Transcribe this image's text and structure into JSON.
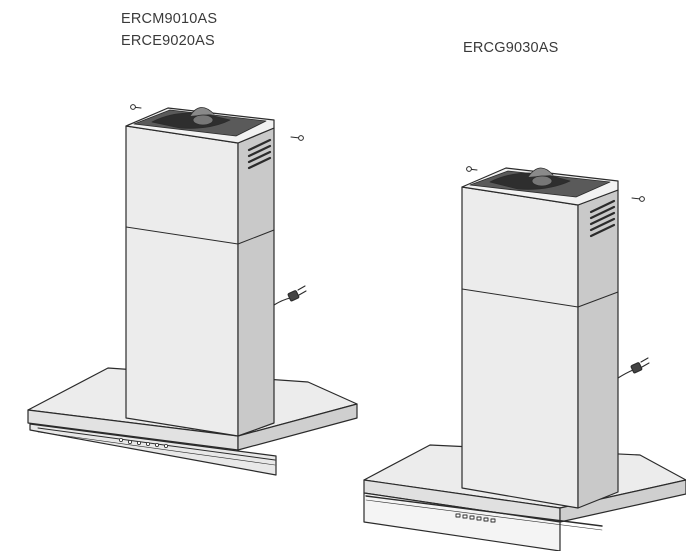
{
  "models": {
    "left_line1": "ERCM9010AS",
    "left_line2": "ERCE9020AS",
    "right": "ERCG9030AS"
  },
  "colors": {
    "stroke": "#2b2b2b",
    "panel_light": "#ececec",
    "panel_mid": "#dedede",
    "panel_dark": "#c9c9c9",
    "interior": "#5a5a5a"
  },
  "icons": [
    "screw-icon",
    "power-plug-icon",
    "vent-grille-icon",
    "control-button-icon"
  ]
}
